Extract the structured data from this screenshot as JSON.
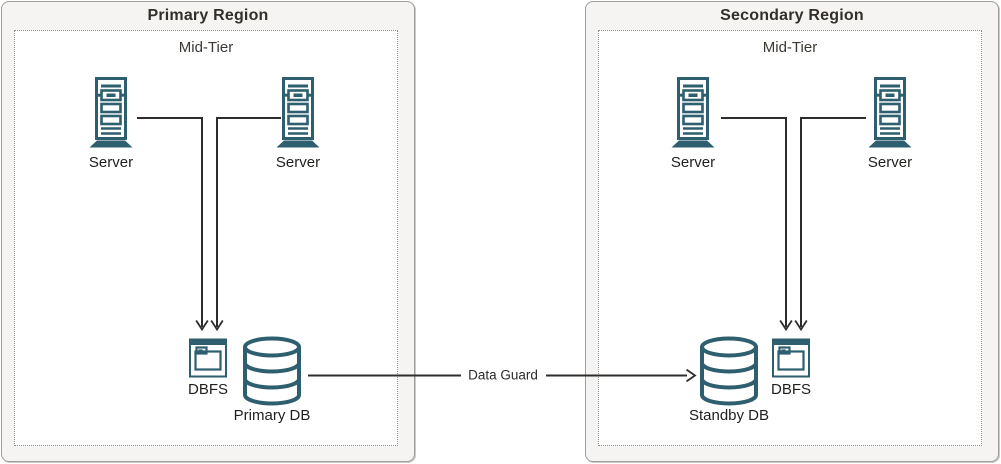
{
  "diagram": {
    "type": "architecture-diagram",
    "colors": {
      "icon": "#2d5f6e",
      "connector": "#2e2d2b",
      "region_fill": "#f5f4f2",
      "region_border": "#a09c97",
      "tier_border": "#8f8f8f",
      "title_text": "#33302c",
      "label_text": "#201f1d"
    },
    "connection": {
      "label": "Data Guard",
      "from": "Primary DB",
      "to": "Standby DB"
    },
    "regions": [
      {
        "title": "Primary Region",
        "tier_label": "Mid-Tier",
        "servers": [
          {
            "icon": "tower-server-icon",
            "label": "Server"
          },
          {
            "icon": "tower-server-icon",
            "label": "Server"
          }
        ],
        "dbfs": {
          "icon": "file-system-window-icon",
          "label": "DBFS"
        },
        "database": {
          "icon": "database-cylinder-icon",
          "label": "Primary DB"
        }
      },
      {
        "title": "Secondary Region",
        "tier_label": "Mid-Tier",
        "servers": [
          {
            "icon": "tower-server-icon",
            "label": "Server"
          },
          {
            "icon": "tower-server-icon",
            "label": "Server"
          }
        ],
        "dbfs": {
          "icon": "file-system-window-icon",
          "label": "DBFS"
        },
        "database": {
          "icon": "database-cylinder-icon",
          "label": "Standby DB"
        }
      }
    ]
  }
}
